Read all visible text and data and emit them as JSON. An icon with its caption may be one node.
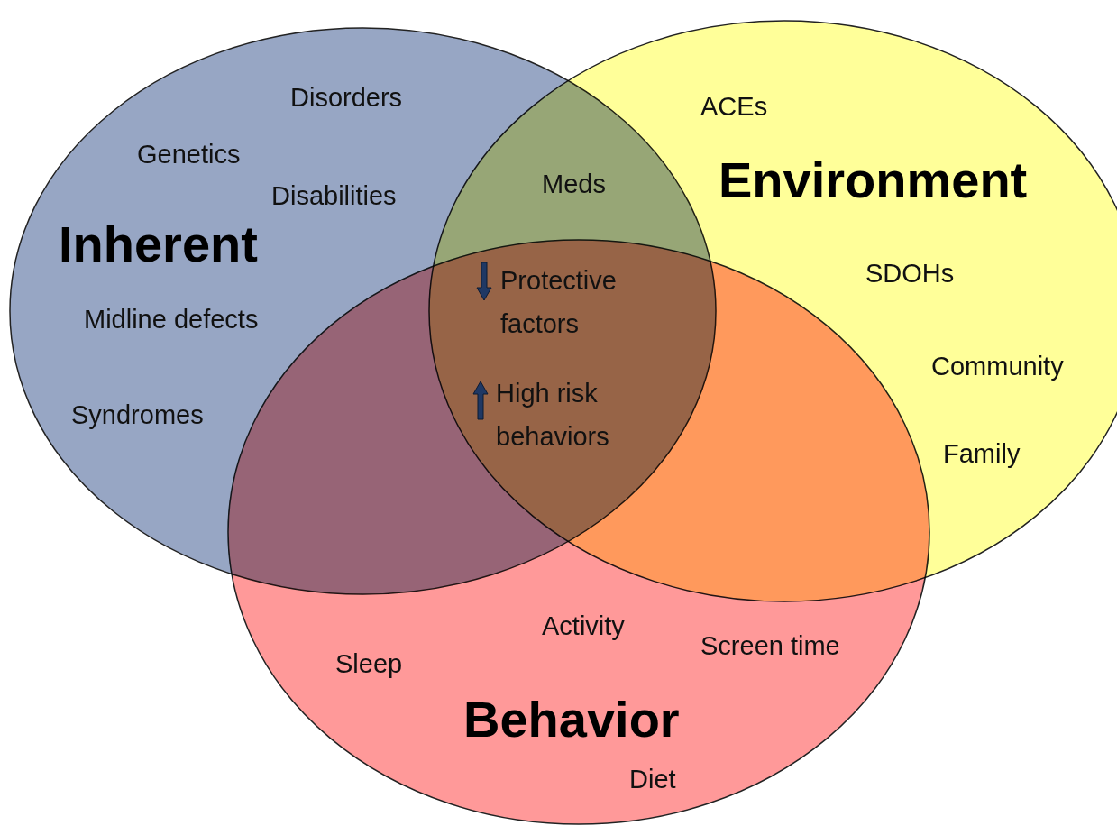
{
  "diagram": {
    "nodes": [
      {
        "text": [
          "Inherent"
        ]
      },
      {
        "text": [
          "Environment"
        ]
      },
      {
        "text": [
          "Behavior"
        ]
      }
    ],
    "labels": [
      "Disorders",
      "ACEs",
      "Genetics",
      "Meds",
      "Disabilities",
      "SDOHs",
      "Midline defects",
      "Protective factors",
      "Community",
      "High risk behaviors",
      "Syndromes",
      "Family",
      "Activity",
      "Screen time",
      "Sleep",
      "Diet"
    ]
  }
}
